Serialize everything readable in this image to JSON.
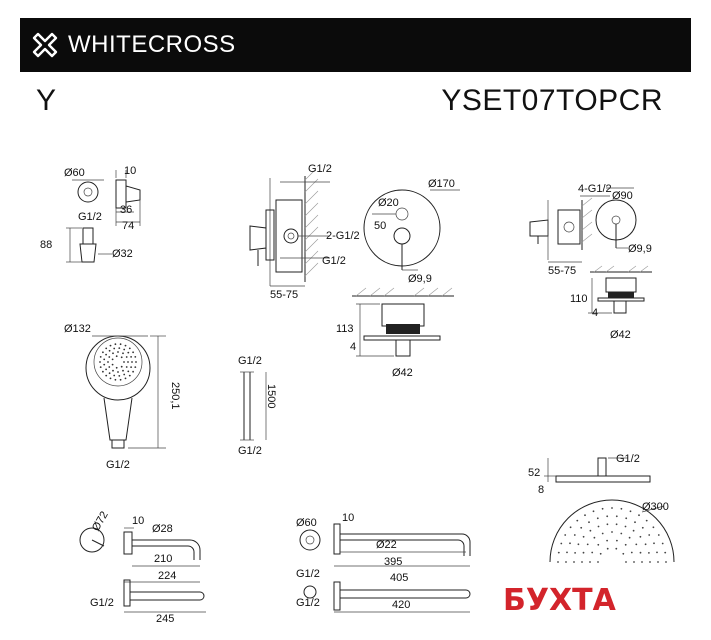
{
  "header": {
    "brand": "WHITECROSS",
    "series_letter": "Y",
    "model_code": "YSET07TOPCR"
  },
  "watermark": {
    "text": "БУХТА",
    "color": "#d3242b"
  },
  "colors": {
    "header_bg": "#0b0b0b",
    "line": "#222222",
    "watermark_red": "#d3242b"
  },
  "dims": {
    "holder": {
      "d60": "Ø60",
      "d10": "10",
      "d36": "36",
      "d74": "74",
      "g12": "G1/2",
      "d88": "88",
      "d32": "Ø32"
    },
    "valve": {
      "g12_top": "G1/2",
      "g2": "2-G1/2",
      "g12_bot": "G1/2",
      "depth": "55-75"
    },
    "cover": {
      "d170": "Ø170",
      "d20": "Ø20",
      "d50": "50",
      "d9": "Ø9,9"
    },
    "outlet": {
      "d113": "113",
      "d4": "4",
      "d42": "Ø42"
    },
    "spout_valve": {
      "g4": "4-G1/2",
      "d90": "Ø90",
      "d99": "Ø9,9",
      "depth": "55-75",
      "d110": "110",
      "d4": "4",
      "d42": "Ø42"
    },
    "handshower": {
      "d132": "Ø132",
      "len": "250,1",
      "g12": "G1/2"
    },
    "hose": {
      "g_top": "G1/2",
      "len": "1500",
      "g_bot": "G1/2"
    },
    "overhead": {
      "g12": "G1/2",
      "d52": "52",
      "d8": "8",
      "d300": "Ø300"
    },
    "spout": {
      "d72": "Ø72",
      "d10": "10",
      "d28": "Ø28",
      "d210": "210",
      "d224": "224",
      "g12": "G1/2",
      "d245": "245"
    },
    "arm": {
      "d60": "Ø60",
      "d10": "10",
      "d22": "Ø22",
      "d395": "395",
      "d405": "405",
      "g12a": "G1/2",
      "g12b": "G1/2",
      "d420": "420"
    }
  }
}
